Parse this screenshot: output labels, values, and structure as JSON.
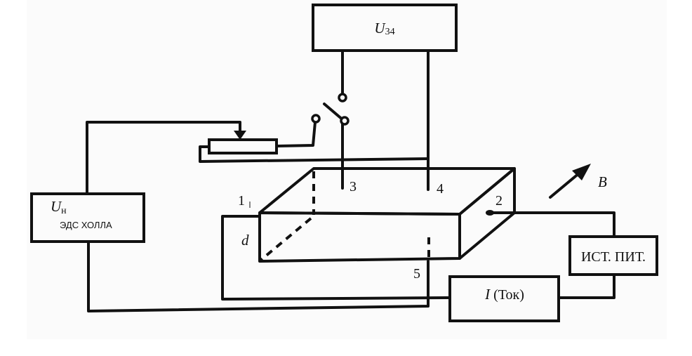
{
  "voltmeter_u34": {
    "symbol": "U",
    "subscript": "34"
  },
  "hall_meter": {
    "symbol": "U",
    "subscript": "н",
    "caption": "ЭДС ХОЛЛА"
  },
  "power_supply": {
    "label": "ИСТ. ПИТ."
  },
  "ammeter": {
    "symbol": "I",
    "label": "(Ток)"
  },
  "magnetic_field": {
    "label": "B"
  },
  "sample": {
    "thickness_label": "d",
    "contacts": [
      "1",
      "2",
      "3",
      "4",
      "5"
    ]
  }
}
